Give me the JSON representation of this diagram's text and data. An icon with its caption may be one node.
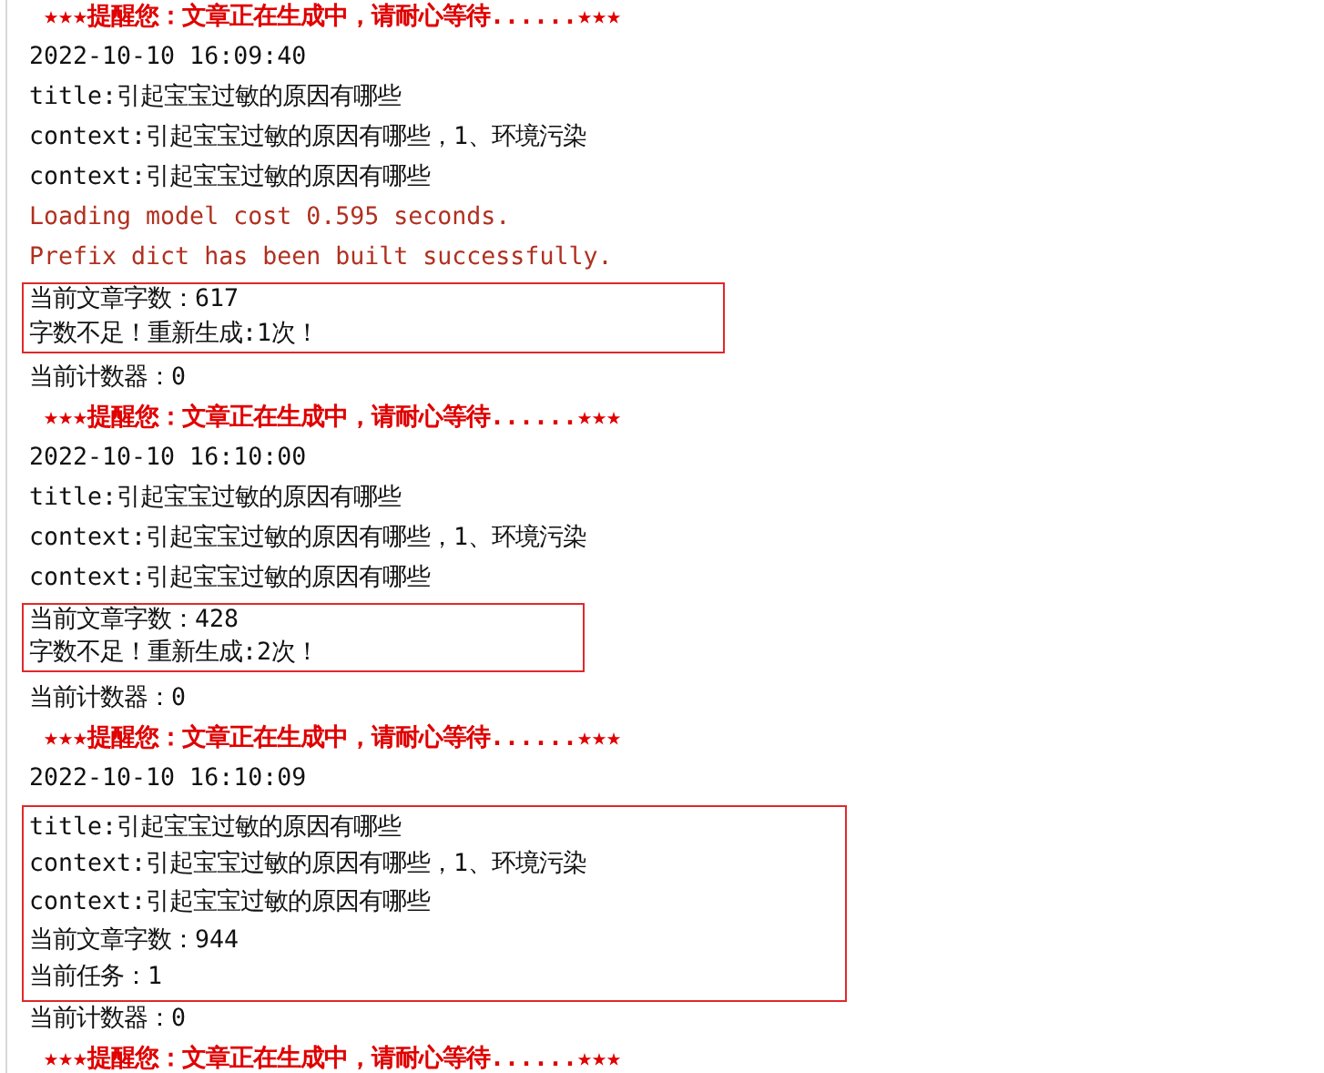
{
  "diagram": {
    "nodes": [
      {
        "text": [
          "当前文章字数：617",
          "字数不足！重新生成:1次！"
        ]
      },
      {
        "text": [
          "当前文章字数：428",
          "字数不足！重新生成:2次！"
        ]
      },
      {
        "text": [
          "title:引起宝宝过敏的原因有哪些",
          "context:引起宝宝过敏的原因有哪些，1、环境污染",
          "context:引起宝宝过敏的原因有哪些",
          "当前文章字数：944",
          "当前任务：1"
        ]
      }
    ],
    "labels": [
      "★★★提醒您：文章正在生成中，请耐心等待......★★★",
      "2022-10-10 16:09:40",
      "title:引起宝宝过敏的原因有哪些",
      "context:引起宝宝过敏的原因有哪些，1、环境污染",
      "context:引起宝宝过敏的原因有哪些",
      "Loading model cost 0.595 seconds.",
      "Prefix dict has been built successfully.",
      "当前计数器：0",
      "★★★提醒您：文章正在生成中，请耐心等待......★★★",
      "2022-10-10 16:10:00",
      "title:引起宝宝过敏的原因有哪些",
      "context:引起宝宝过敏的原因有哪些，1、环境污染",
      "context:引起宝宝过敏的原因有哪些",
      "当前计数器：0",
      "★★★提醒您：文章正在生成中，请耐心等待......★★★",
      "2022-10-10 16:10:09",
      "当前计数器：0",
      "★★★提醒您：文章正在生成中，请耐心等待......★★★"
    ]
  }
}
